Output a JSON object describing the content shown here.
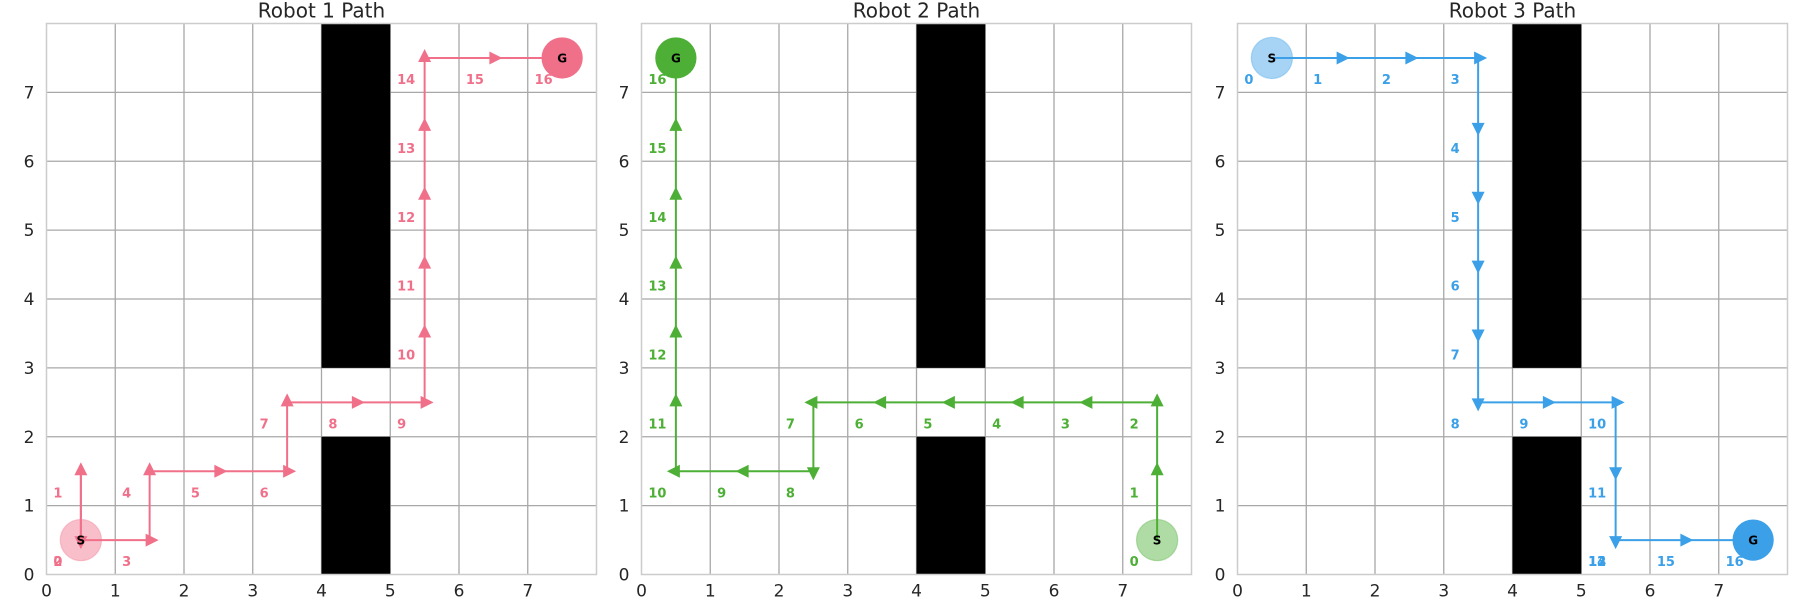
{
  "chart_data": [
    {
      "type": "line",
      "title": "Robot 1 Path",
      "xlim": [
        0,
        8
      ],
      "ylim": [
        0,
        8
      ],
      "xticks": [
        0,
        1,
        2,
        3,
        4,
        5,
        6,
        7
      ],
      "yticks": [
        0,
        1,
        2,
        3,
        4,
        5,
        6,
        7
      ],
      "grid": true,
      "color": "#f0708a",
      "obstacles": [
        {
          "x": [
            4,
            5
          ],
          "y": [
            0,
            2
          ]
        },
        {
          "x": [
            4,
            5
          ],
          "y": [
            3,
            8
          ]
        }
      ],
      "start": {
        "x": 0.5,
        "y": 0.5,
        "label": "S"
      },
      "goal": {
        "x": 7.5,
        "y": 7.5,
        "label": "G"
      },
      "path": [
        {
          "step": "0",
          "x": 0.5,
          "y": 0.5
        },
        {
          "step": "1",
          "x": 0.5,
          "y": 1.5
        },
        {
          "step": "2",
          "x": 0.5,
          "y": 0.5
        },
        {
          "step": "3",
          "x": 1.5,
          "y": 0.5
        },
        {
          "step": "4",
          "x": 1.5,
          "y": 1.5
        },
        {
          "step": "5",
          "x": 2.5,
          "y": 1.5
        },
        {
          "step": "6",
          "x": 3.5,
          "y": 1.5
        },
        {
          "step": "7",
          "x": 3.5,
          "y": 2.5
        },
        {
          "step": "8",
          "x": 4.5,
          "y": 2.5
        },
        {
          "step": "9",
          "x": 5.5,
          "y": 2.5
        },
        {
          "step": "10",
          "x": 5.5,
          "y": 3.5
        },
        {
          "step": "11",
          "x": 5.5,
          "y": 4.5
        },
        {
          "step": "12",
          "x": 5.5,
          "y": 5.5
        },
        {
          "step": "13",
          "x": 5.5,
          "y": 6.5
        },
        {
          "step": "14",
          "x": 5.5,
          "y": 7.5
        },
        {
          "step": "15",
          "x": 6.5,
          "y": 7.5
        },
        {
          "step": "16",
          "x": 7.5,
          "y": 7.5
        }
      ]
    },
    {
      "type": "line",
      "title": "Robot 2 Path",
      "xlim": [
        0,
        8
      ],
      "ylim": [
        0,
        8
      ],
      "xticks": [
        0,
        1,
        2,
        3,
        4,
        5,
        6,
        7
      ],
      "yticks": [
        0,
        1,
        2,
        3,
        4,
        5,
        6,
        7
      ],
      "grid": true,
      "color": "#4daf36",
      "obstacles": [
        {
          "x": [
            4,
            5
          ],
          "y": [
            0,
            2
          ]
        },
        {
          "x": [
            4,
            5
          ],
          "y": [
            3,
            8
          ]
        }
      ],
      "start": {
        "x": 7.5,
        "y": 0.5,
        "label": "S"
      },
      "goal": {
        "x": 0.5,
        "y": 7.5,
        "label": "G"
      },
      "path": [
        {
          "step": "0",
          "x": 7.5,
          "y": 0.5
        },
        {
          "step": "1",
          "x": 7.5,
          "y": 1.5
        },
        {
          "step": "2",
          "x": 7.5,
          "y": 2.5
        },
        {
          "step": "3",
          "x": 6.5,
          "y": 2.5
        },
        {
          "step": "4",
          "x": 5.5,
          "y": 2.5
        },
        {
          "step": "5",
          "x": 4.5,
          "y": 2.5
        },
        {
          "step": "6",
          "x": 3.5,
          "y": 2.5
        },
        {
          "step": "7",
          "x": 2.5,
          "y": 2.5
        },
        {
          "step": "8",
          "x": 2.5,
          "y": 1.5
        },
        {
          "step": "9",
          "x": 1.5,
          "y": 1.5
        },
        {
          "step": "10",
          "x": 0.5,
          "y": 1.5
        },
        {
          "step": "11",
          "x": 0.5,
          "y": 2.5
        },
        {
          "step": "12",
          "x": 0.5,
          "y": 3.5
        },
        {
          "step": "13",
          "x": 0.5,
          "y": 4.5
        },
        {
          "step": "14",
          "x": 0.5,
          "y": 5.5
        },
        {
          "step": "15",
          "x": 0.5,
          "y": 6.5
        },
        {
          "step": "16",
          "x": 0.5,
          "y": 7.5
        }
      ]
    },
    {
      "type": "line",
      "title": "Robot 3 Path",
      "xlim": [
        0,
        8
      ],
      "ylim": [
        0,
        8
      ],
      "xticks": [
        0,
        1,
        2,
        3,
        4,
        5,
        6,
        7
      ],
      "yticks": [
        0,
        1,
        2,
        3,
        4,
        5,
        6,
        7
      ],
      "grid": true,
      "color": "#3ba0e8",
      "obstacles": [
        {
          "x": [
            4,
            5
          ],
          "y": [
            0,
            2
          ]
        },
        {
          "x": [
            4,
            5
          ],
          "y": [
            3,
            8
          ]
        }
      ],
      "start": {
        "x": 0.5,
        "y": 7.5,
        "label": "S"
      },
      "goal": {
        "x": 7.5,
        "y": 0.5,
        "label": "G"
      },
      "path": [
        {
          "step": "0",
          "x": 0.5,
          "y": 7.5
        },
        {
          "step": "1",
          "x": 1.5,
          "y": 7.5
        },
        {
          "step": "2",
          "x": 2.5,
          "y": 7.5
        },
        {
          "step": "3",
          "x": 3.5,
          "y": 7.5
        },
        {
          "step": "4",
          "x": 3.5,
          "y": 6.5
        },
        {
          "step": "5",
          "x": 3.5,
          "y": 5.5
        },
        {
          "step": "6",
          "x": 3.5,
          "y": 4.5
        },
        {
          "step": "7",
          "x": 3.5,
          "y": 3.5
        },
        {
          "step": "8",
          "x": 3.5,
          "y": 2.5
        },
        {
          "step": "9",
          "x": 4.5,
          "y": 2.5
        },
        {
          "step": "10",
          "x": 5.5,
          "y": 2.5
        },
        {
          "step": "11",
          "x": 5.5,
          "y": 1.5
        },
        {
          "step": "12",
          "x": 5.5,
          "y": 0.5
        },
        {
          "step": "13",
          "x": 5.5,
          "y": 0.5
        },
        {
          "step": "14",
          "x": 5.5,
          "y": 0.5
        },
        {
          "step": "15",
          "x": 6.5,
          "y": 0.5
        },
        {
          "step": "16",
          "x": 7.5,
          "y": 0.5
        }
      ]
    }
  ]
}
